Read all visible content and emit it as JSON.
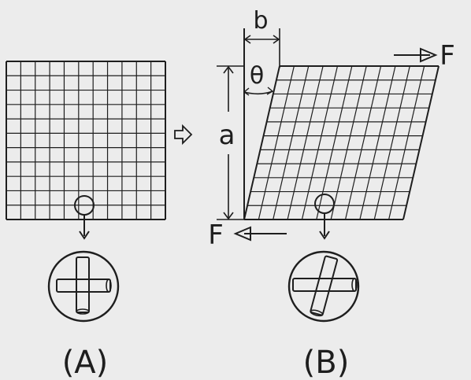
{
  "figure": {
    "panel_a": {
      "caption": "(A)"
    },
    "panel_b": {
      "caption": "(B)",
      "label_b": "b",
      "label_theta": "θ",
      "label_a": "a",
      "force_top": "F",
      "force_bottom": "F"
    }
  },
  "colors": {
    "background": "#ececec",
    "ink": "#1e1e1e"
  },
  "icons": {
    "transition_arrow": "hollow-right-arrow"
  }
}
